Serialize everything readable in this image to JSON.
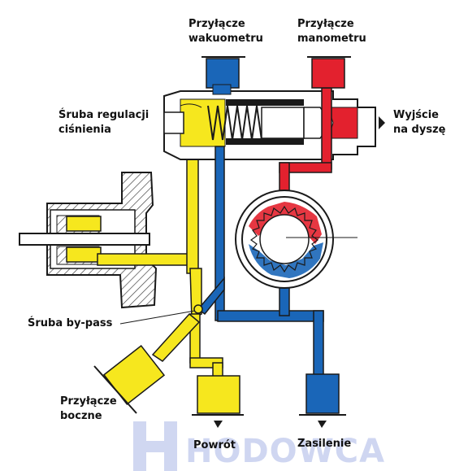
{
  "labels": {
    "vacuum_port_1": "Przyłącze",
    "vacuum_port_2": "wakuometru",
    "gauge_port_1": "Przyłącze",
    "gauge_port_2": "manometru",
    "pressure_screw_1": "Śruba regulacji",
    "pressure_screw_2": "ciśnienia",
    "nozzle_outlet_1": "Wyjście",
    "nozzle_outlet_2": "na dyszę",
    "bypass_screw": "Śruba by-pass",
    "side_port_1": "Przyłącze",
    "side_port_2": "boczne",
    "return": "Powrót",
    "supply": "Zasilenie"
  },
  "watermark": "HODOWCA",
  "colors": {
    "yellow": "#f6e71e",
    "blue": "#1a66b8",
    "red": "#e3212e",
    "outline": "#1a1a1a",
    "hatch": "#444444",
    "watermark": "#a9b6e6"
  }
}
